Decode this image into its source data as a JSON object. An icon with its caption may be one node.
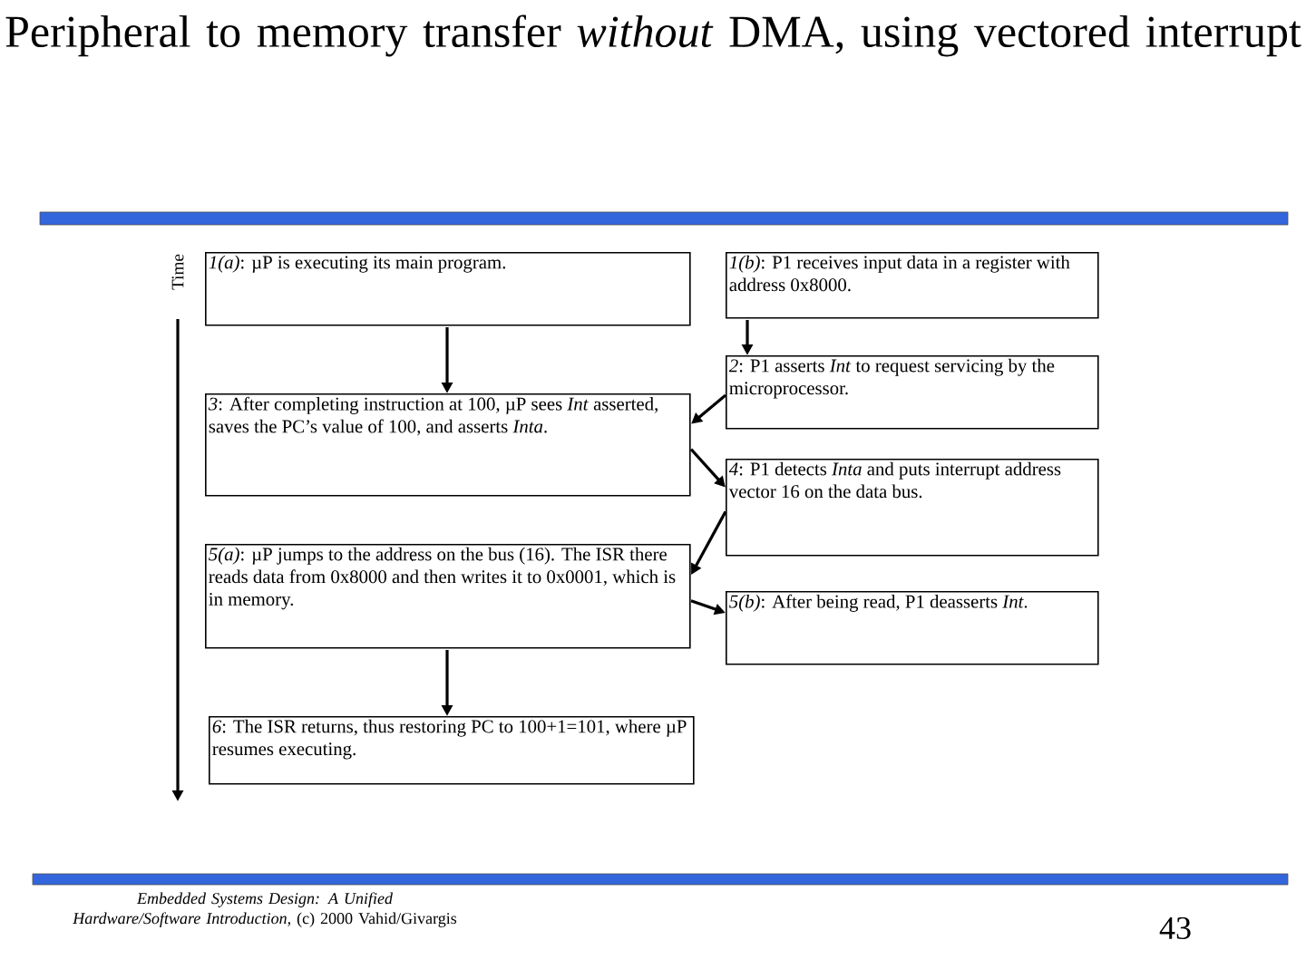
{
  "diagram": {
    "title": "Peripheral to memory transfer *without* DMA, using vectored interrupt",
    "nodes": [
      {
        "text": [
          "*1(a)*: µP is executing its main program."
        ]
      },
      {
        "text": [
          "*1(b)*: P1 receives input data in a register with address 0x8000."
        ]
      },
      {
        "text": [
          "*2*: P1 asserts *Int* to request servicing by the microprocessor."
        ]
      },
      {
        "text": [
          "*3*: After completing instruction at 100, µP sees *Int* asserted, saves the PC’s value of 100, and asserts *Inta*."
        ]
      },
      {
        "text": [
          "*4*: P1 detects *Inta* and puts interrupt address vector 16 on the data bus."
        ]
      },
      {
        "text": [
          "*5(a)*: µP jumps to the address on the bus (16). The ISR there reads data from 0x8000 and then writes it to 0x0001, which is in memory."
        ]
      },
      {
        "text": [
          "*5(b)*: After being read, P1 deasserts *Int*."
        ]
      },
      {
        "text": [
          "*6*: The ISR returns, thus restoring PC to 100+1=101, where µP resumes executing."
        ]
      }
    ],
    "edges": [
      {
        "from": 0,
        "to": 3,
        "arrow": "to"
      },
      {
        "from": 1,
        "to": 2,
        "arrow": "to"
      },
      {
        "from": 2,
        "to": 3,
        "arrow": "to"
      },
      {
        "from": 3,
        "to": 4,
        "arrow": "to"
      },
      {
        "from": 4,
        "to": 5,
        "arrow": "to"
      },
      {
        "from": 5,
        "to": 6,
        "arrow": "to"
      },
      {
        "from": 5,
        "to": 7,
        "arrow": "to"
      }
    ],
    "labels": [
      "Time",
      "*Embedded Systems Design: A Unified Hardware/Software Introduction,* (c) 2000 Vahid/Givargis",
      "43"
    ]
  }
}
